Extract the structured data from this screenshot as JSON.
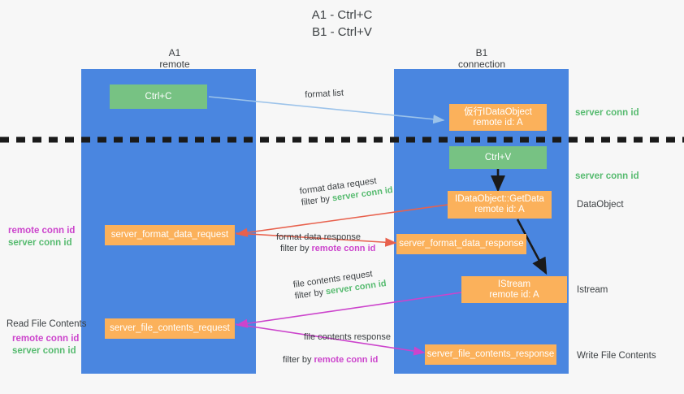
{
  "title": {
    "line1": "A1 - Ctrl+C",
    "line2": "B1 - Ctrl+V"
  },
  "columns": [
    {
      "name": "A1",
      "sub": "remote"
    },
    {
      "name": "B1",
      "sub": "connection"
    }
  ],
  "boxes": [
    {
      "id": "ctrl-c",
      "kind": "green",
      "line1": "Ctrl+C",
      "line2": ""
    },
    {
      "id": "idataobject-remote",
      "kind": "orange",
      "line1": "仮行IDataObject",
      "line2": "remote id: A"
    },
    {
      "id": "ctrl-v",
      "kind": "green",
      "line1": "Ctrl+V",
      "line2": ""
    },
    {
      "id": "idataobject-getdata",
      "kind": "orange",
      "line1": "IDataObject::GetData",
      "line2": "remote id: A"
    },
    {
      "id": "server-format-data-request",
      "kind": "orange",
      "line1": "server_format_data_request",
      "line2": ""
    },
    {
      "id": "server-format-data-response",
      "kind": "orange",
      "line1": "server_format_data_response",
      "line2": ""
    },
    {
      "id": "istream",
      "kind": "orange",
      "line1": "IStream",
      "line2": "remote id: A"
    },
    {
      "id": "server-file-contents-request",
      "kind": "orange",
      "line1": "server_file_contents_request",
      "line2": ""
    },
    {
      "id": "server-file-contents-response",
      "kind": "orange",
      "line1": "server_file_contents_response",
      "line2": ""
    }
  ],
  "arrow_labels": {
    "format_list": "format list",
    "format_data_request": "format data request",
    "format_data_request_filter_prefix": "filter by ",
    "format_data_request_filter_value": "server conn id",
    "format_data_response": "format data response",
    "format_data_response_filter_prefix": "filter by ",
    "format_data_response_filter_value": "remote conn id",
    "file_contents_request": "file contents request",
    "file_contents_request_filter_prefix": "filter by ",
    "file_contents_request_filter_value": "server conn id",
    "file_contents_response": "file contents response",
    "file_contents_response_filter_prefix": "filter by ",
    "file_contents_response_filter_value": "remote conn id"
  },
  "right_labels": {
    "server_conn_id_top": "server conn id",
    "server_conn_id_mid": "server conn id",
    "dataobject": "DataObject",
    "istream": "Istream",
    "write_file_contents": "Write File Contents"
  },
  "left_labels": {
    "remote_conn_id_upper": "remote conn id",
    "server_conn_id_upper": "server conn id",
    "read_file_contents": "Read File Contents",
    "remote_conn_id_lower": "remote conn id",
    "server_conn_id_lower": "server conn id"
  },
  "colors": {
    "lane": "#4a86e0",
    "green_box": "#77c283",
    "orange_box": "#fbb15b",
    "arrow_blue": "#9cc3ea",
    "arrow_red": "#e8614d",
    "arrow_magenta": "#cc44cc",
    "arrow_black": "#1a1a1a",
    "conn_green_text": "#57bb70",
    "conn_magenta_text": "#cc44cc",
    "background": "#f7f7f7"
  }
}
